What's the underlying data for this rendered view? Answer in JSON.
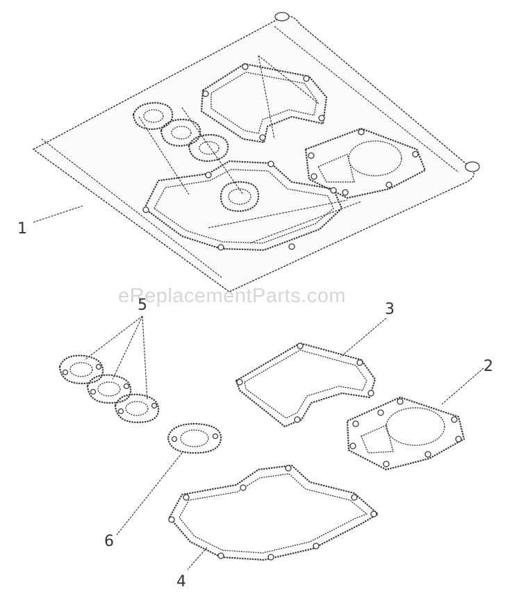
{
  "watermark": "eReplacementParts.com",
  "callouts": {
    "kit": "1",
    "cylinder_head_gasket": "2",
    "valve_cover_gasket": "3",
    "crankcase_gasket": "4",
    "manifold_gaskets": "5",
    "intake_gasket": "6"
  }
}
